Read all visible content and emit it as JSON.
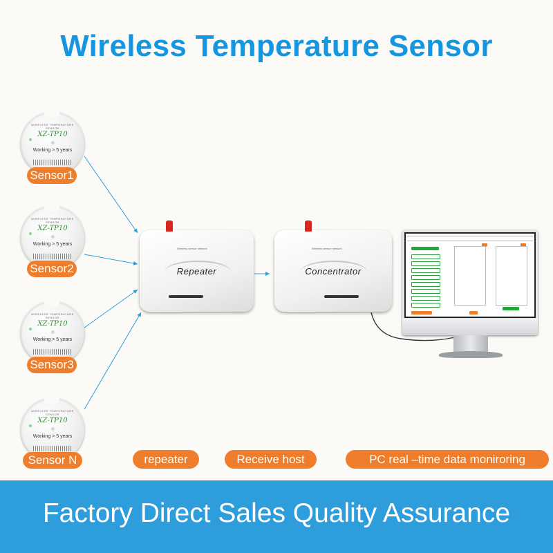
{
  "title": "Wireless Temperature Sensor",
  "sensors": [
    {
      "label": "Sensor1",
      "model": "XZ-TP10",
      "brand": "WIRELESS TEMPERATURE SENSOR",
      "working": "Working > 5 years"
    },
    {
      "label": "Sensor2",
      "model": "XZ-TP10",
      "brand": "WIRELESS TEMPERATURE SENSOR",
      "working": "Working > 5 years"
    },
    {
      "label": "Sensor3",
      "model": "XZ-TP10",
      "brand": "WIRELESS TEMPERATURE SENSOR",
      "working": "Working > 5 years"
    },
    {
      "label": "Sensor N",
      "model": "XZ-TP10",
      "brand": "WIRELESS TEMPERATURE SENSOR",
      "working": "Working > 5 years"
    }
  ],
  "repeater": {
    "name": "Repeater",
    "brand": "Wireless sensor network",
    "caption": "repeater"
  },
  "concentrator": {
    "name": "Concentrator",
    "brand": "Wireless sensor network",
    "caption": "Receive host"
  },
  "pc": {
    "caption": "PC real –time data moniroring"
  },
  "banner": "Factory Direct Sales Quality Assurance",
  "colors": {
    "title": "#1596e0",
    "pill": "#ee7e2b",
    "band": "#2e9ddc",
    "arrow": "#2a9de0",
    "antenna": "#d8261f"
  }
}
